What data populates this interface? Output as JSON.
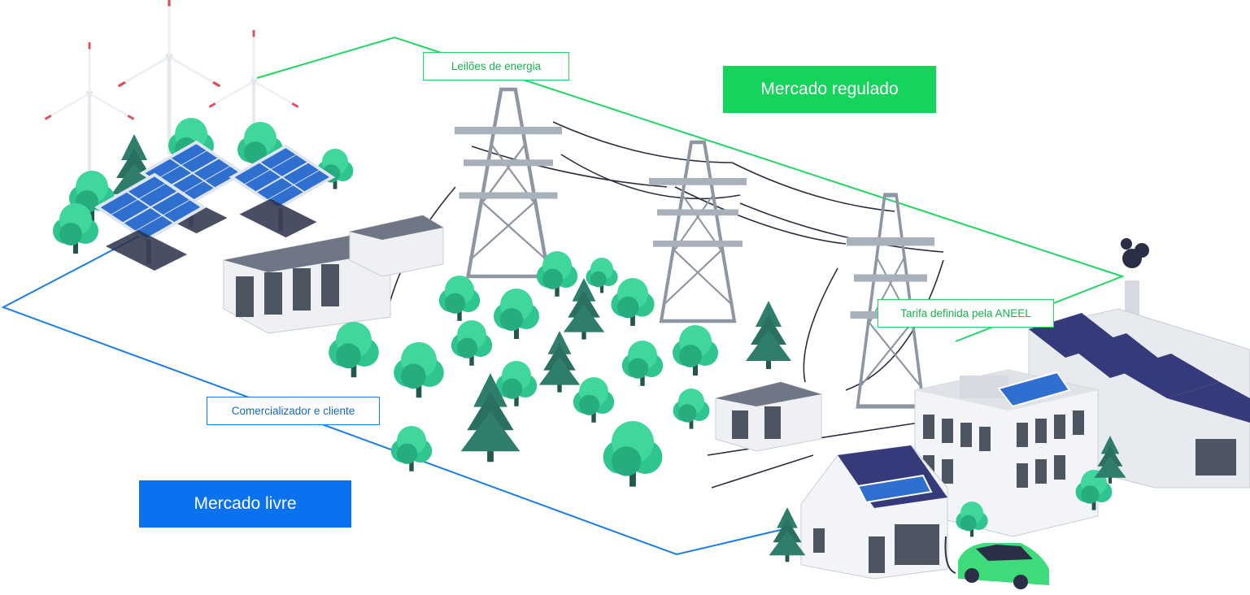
{
  "labels": {
    "mercado_regulado": "Mercado regulado",
    "mercado_livre": "Mercado livre",
    "leiloes": "Leilões de energia",
    "tarifa": "Tarifa definida pela ANEEL",
    "comercializador": "Comercializador e cliente"
  },
  "colors": {
    "regulated_green": "#14d45b",
    "regulated_line": "#1ed760",
    "free_blue": "#0a72ee",
    "free_line": "#1a7ee6",
    "tree_green": "#2fc58f",
    "pine_green": "#2f7d6b",
    "panel_blue": "#2f6fd0",
    "roof_navy": "#343a7a",
    "tower_gray": "#8e96a3",
    "car_green": "#3ddb7a"
  },
  "icons": [
    "wind-turbine-icon",
    "solar-panel-icon",
    "battery-storage-icon",
    "transmission-tower-icon",
    "transformer-icon",
    "factory-icon",
    "office-building-icon",
    "house-icon",
    "electric-car-icon",
    "tree-icon"
  ]
}
